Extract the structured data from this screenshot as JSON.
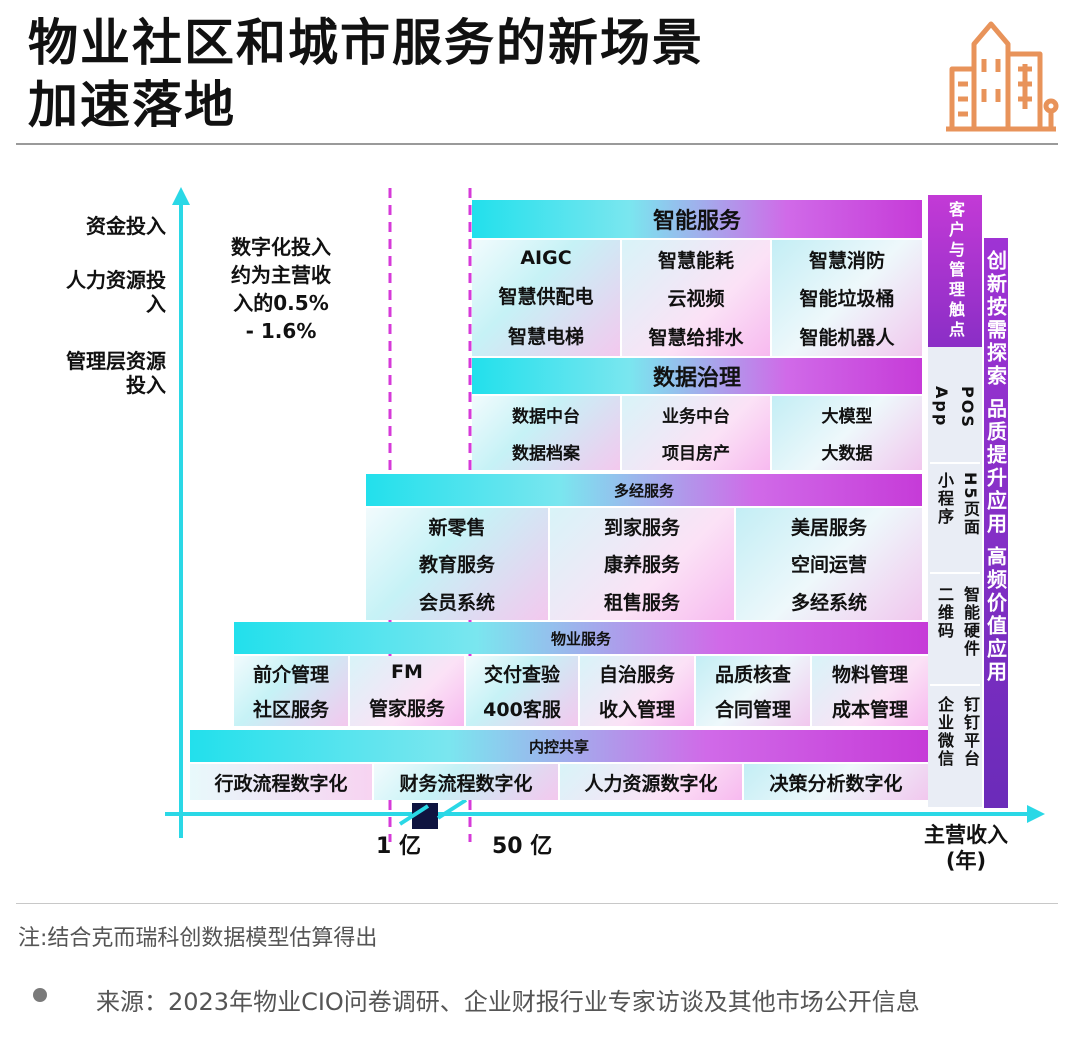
{
  "title": {
    "line1": "物业社区和城市服务的新场景",
    "line2": "加速落地"
  },
  "y_axis": {
    "labels": [
      "资金投入",
      "人力资源投\n入",
      "管理层资源\n投入"
    ]
  },
  "x_axis": {
    "label": "主营收入\n(年)",
    "ticks": [
      "1 亿",
      "50 亿"
    ]
  },
  "annotation": "数字化投入\n约为主营收\n入的0.5%\n- 1.6%",
  "blocks": {
    "smart": {
      "header": "智能服务",
      "columns": [
        [
          "AIGC",
          "智慧供配电",
          "智慧电梯"
        ],
        [
          "智慧能耗",
          "云视频",
          "智慧给排水"
        ],
        [
          "智慧消防",
          "智能垃圾桶",
          "智能机器人"
        ]
      ]
    },
    "data": {
      "header": "数据治理",
      "columns": [
        [
          "数据中台",
          "数据档案"
        ],
        [
          "业务中台",
          "项目房产"
        ],
        [
          "大模型",
          "大数据"
        ]
      ]
    },
    "diversified": {
      "header": "多经服务",
      "columns": [
        [
          "新零售",
          "教育服务",
          "会员系统"
        ],
        [
          "到家服务",
          "康养服务",
          "租售服务"
        ],
        [
          "美居服务",
          "空间运营",
          "多经系统"
        ]
      ]
    },
    "property": {
      "header": "物业服务",
      "columns": [
        [
          "前介管理",
          "社区服务"
        ],
        [
          "FM",
          "管家服务"
        ],
        [
          "交付查验",
          "400客服"
        ],
        [
          "自治服务",
          "收入管理"
        ],
        [
          "品质核查",
          "合同管理"
        ],
        [
          "物料管理",
          "成本管理"
        ]
      ]
    },
    "control": {
      "header": "内控共享",
      "items": [
        "行政流程数字化",
        "财务流程数字化",
        "人力资源数字化",
        "决策分析数字化"
      ]
    }
  },
  "touchpoints": {
    "header": "客户与管理触点",
    "rows": [
      [
        "App",
        "POS"
      ],
      [
        "小程序",
        "H5页面"
      ],
      [
        "二维码",
        "智能硬件"
      ],
      [
        "企业微信",
        "钉钉平台"
      ]
    ]
  },
  "strategy": "创新按需探索 品质提升应用 高频价值应用",
  "footnote": "注:结合克而瑞科创数据模型估算得出",
  "source": "来源：2023年物业CIO问卷调研、企业财报行业专家访谈及其他市场公开信息",
  "colors": {
    "cyan": "#22e0ec",
    "magenta": "#c63bd8",
    "purple": "#7a2ec4",
    "guide": "#d63ad8",
    "icon": "#e8935a"
  }
}
